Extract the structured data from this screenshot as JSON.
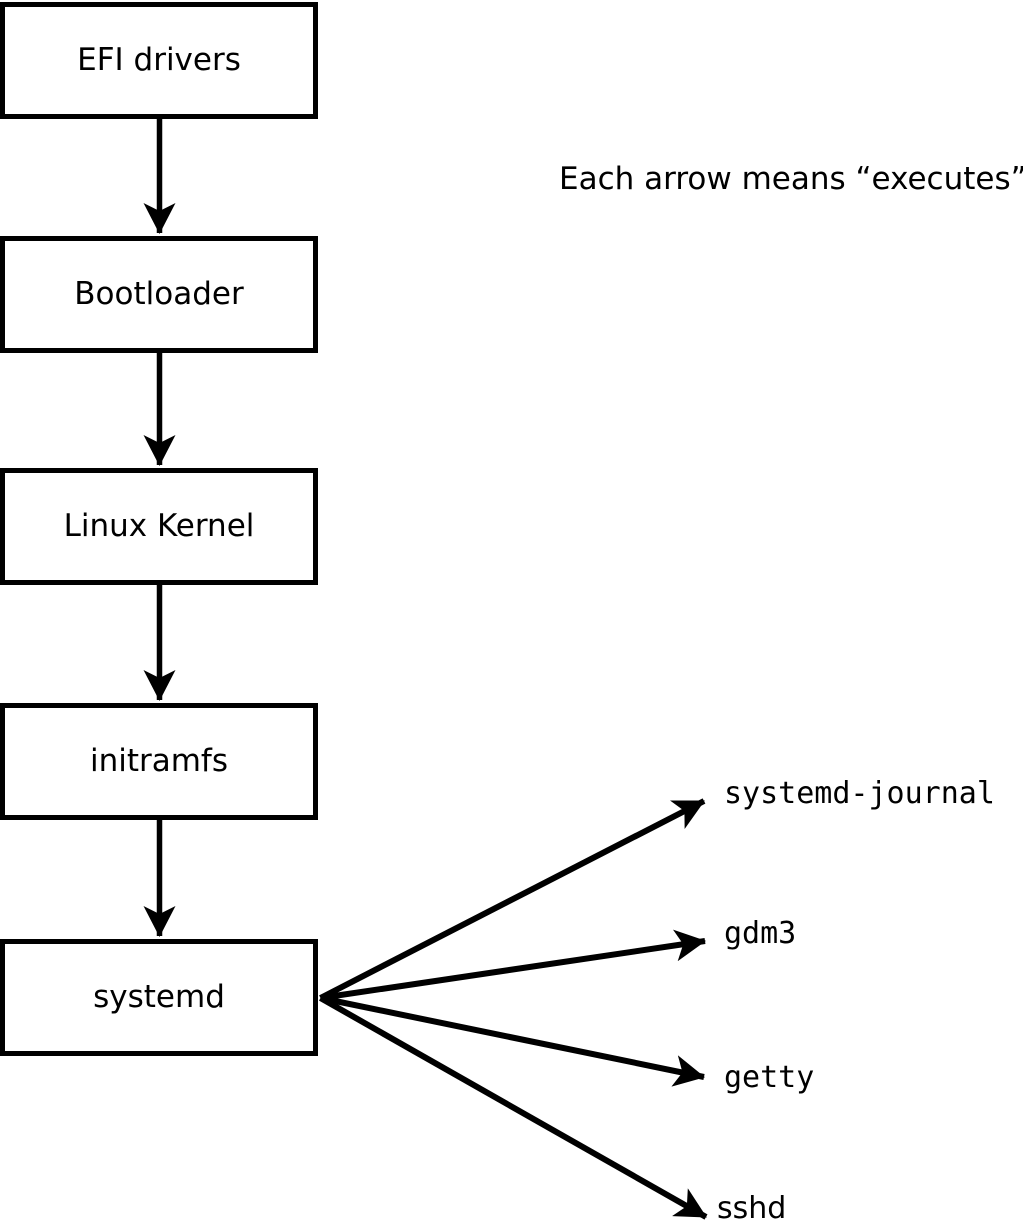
{
  "diagram": {
    "note": "Each arrow means “executes”.",
    "boxes": [
      {
        "id": "efi-drivers",
        "label": "EFI drivers"
      },
      {
        "id": "bootloader",
        "label": "Bootloader"
      },
      {
        "id": "linux-kernel",
        "label": "Linux Kernel"
      },
      {
        "id": "initramfs",
        "label": "initramfs"
      },
      {
        "id": "systemd",
        "label": "systemd"
      }
    ],
    "children": [
      {
        "id": "systemd-journal",
        "label": "systemd-journal"
      },
      {
        "id": "gdm3",
        "label": "gdm3"
      },
      {
        "id": "getty",
        "label": "getty"
      },
      {
        "id": "sshd",
        "label": "sshd"
      }
    ],
    "edges": [
      {
        "from": "efi-drivers",
        "to": "bootloader",
        "meaning": "executes"
      },
      {
        "from": "bootloader",
        "to": "linux-kernel",
        "meaning": "executes"
      },
      {
        "from": "linux-kernel",
        "to": "initramfs",
        "meaning": "executes"
      },
      {
        "from": "initramfs",
        "to": "systemd",
        "meaning": "executes"
      },
      {
        "from": "systemd",
        "to": "systemd-journal",
        "meaning": "executes"
      },
      {
        "from": "systemd",
        "to": "gdm3",
        "meaning": "executes"
      },
      {
        "from": "systemd",
        "to": "getty",
        "meaning": "executes"
      },
      {
        "from": "systemd",
        "to": "sshd",
        "meaning": "executes"
      }
    ],
    "colors": {
      "ink": "#000000",
      "background": "#ffffff"
    }
  }
}
